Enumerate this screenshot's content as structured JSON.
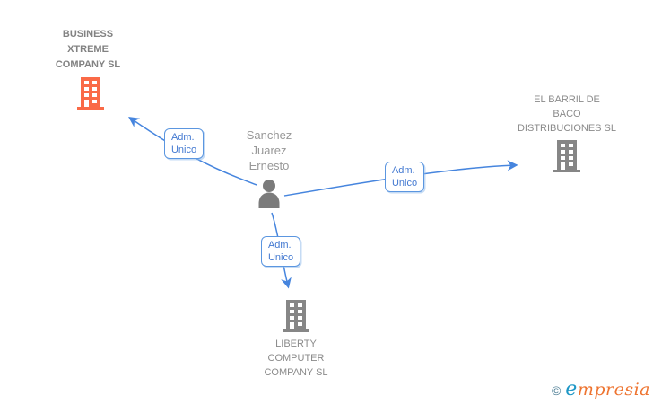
{
  "diagram": {
    "entities": [
      {
        "id": "business-xtreme",
        "type": "company",
        "highlighted": true,
        "name": "BUSINESS\nXTREME\nCOMPANY SL"
      },
      {
        "id": "sanchez-juarez",
        "type": "person",
        "highlighted": false,
        "name": "Sanchez\nJuarez\nErnesto"
      },
      {
        "id": "el-barril",
        "type": "company",
        "highlighted": false,
        "name": "EL BARRIL DE\nBACO\nDISTRIBUCIONES SL"
      },
      {
        "id": "liberty",
        "type": "company",
        "highlighted": false,
        "name": "LIBERTY\nCOMPUTER\nCOMPANY SL"
      }
    ],
    "relationships": [
      {
        "from": "sanchez-juarez",
        "to": "business-xtreme",
        "label": "Adm.\nUnico"
      },
      {
        "from": "sanchez-juarez",
        "to": "el-barril",
        "label": "Adm.\nUnico"
      },
      {
        "from": "sanchez-juarez",
        "to": "liberty",
        "label": "Adm.\nUnico"
      }
    ]
  },
  "footer": {
    "copyright_symbol": "©",
    "brand": "empresia"
  },
  "colors": {
    "edge_blue": "#4685de",
    "chip_text_blue": "#4379d1",
    "chip_border_blue": "#5b96e0",
    "company_text_gray": "#8a8a8a",
    "highlight_building_orange": "#fa6a47",
    "building_gray": "#868686",
    "brand_blue": "#1e97c6",
    "brand_orange": "#ee7430"
  }
}
